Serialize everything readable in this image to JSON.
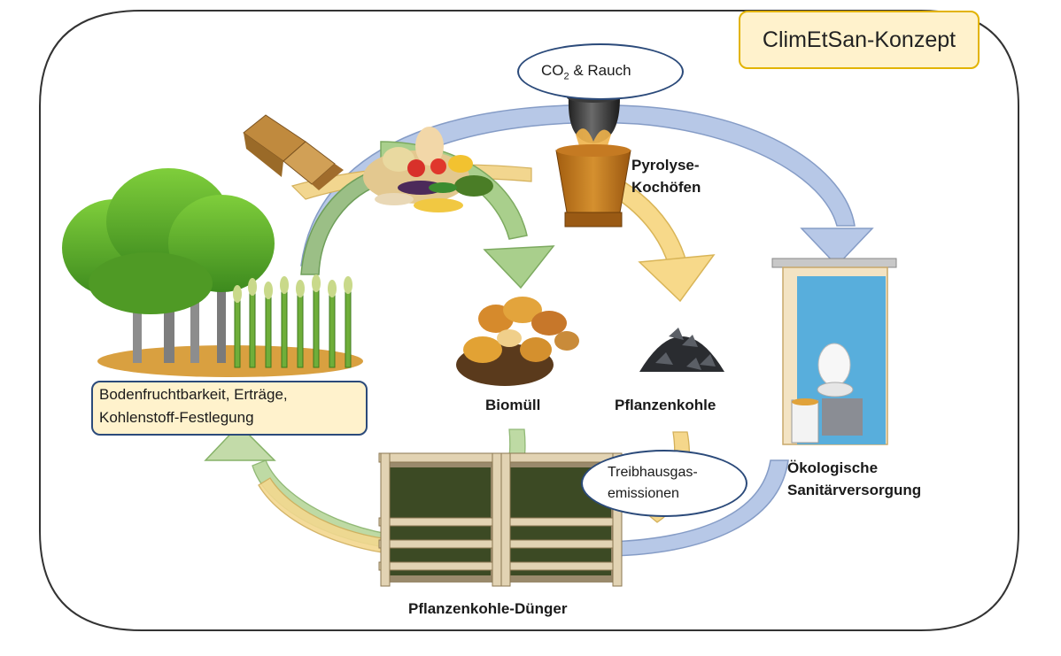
{
  "title": "ClimEtSan-Konzept",
  "labels": {
    "co2_prefix": "CO",
    "co2_sub": "2",
    "co2_suffix": " & Rauch",
    "pyrolyse_line1": "Pyrolyse-",
    "pyrolyse_line2": "Kochöfen",
    "biomuell": "Biomüll",
    "pflanzenkohle": "Pflanzenkohle",
    "sanitaer_line1": "Ökologische",
    "sanitaer_line2": "Sanitärversorgung",
    "treibhaus_line1": "Treibhausgas-",
    "treibhaus_line2": "emissionen",
    "duenger": "Pflanzenkohle-Dünger",
    "boden_line1": "Bodenfruchtbarkeit, Erträge,",
    "boden_line2": "Kohlenstoff-Festlegung"
  },
  "icons": {
    "co2_trend": "arrow-down-icon",
    "treibhaus_trend": "arrow-down-icon",
    "boden_trend": "arrow-up-icon"
  },
  "colors": {
    "title_fill": "#fff2cc",
    "title_border": "#e2b300",
    "box_border": "#2b4a7a",
    "arrow_green": "#93c47d",
    "arrow_blue": "#a9bde0",
    "arrow_yellow": "#f5d37a",
    "trend_arrow": "#5fa33a"
  }
}
